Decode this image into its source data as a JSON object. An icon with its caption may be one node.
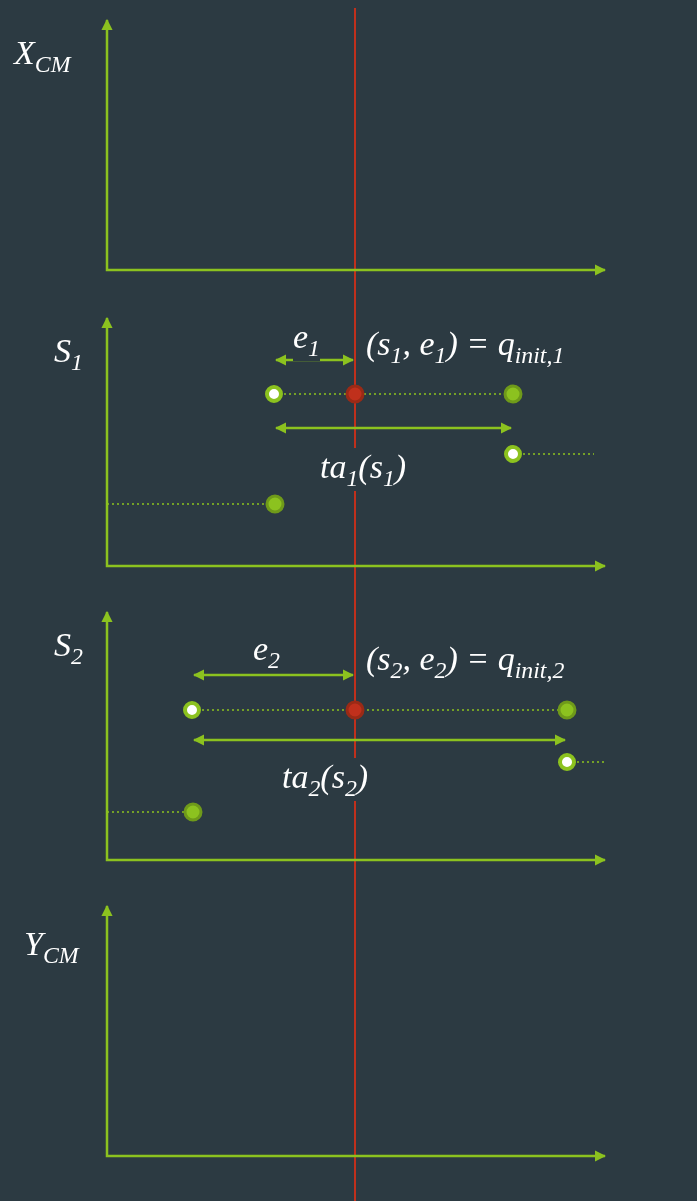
{
  "diagram": {
    "labels": [
      "X$_{CM}$",
      "S$_{1}$",
      "e$_{1}$",
      "(s$_{1}$, e$_{1}$) = q$_{init,1}$",
      "ta$_{1}$(s$_{1}$)",
      "S$_{2}$",
      "e$_{2}$",
      "(s$_{2}$, e$_{2}$) = q$_{init,2}$",
      "ta$_{2}$(s$_{2}$)",
      "Y$_{CM}$"
    ]
  }
}
